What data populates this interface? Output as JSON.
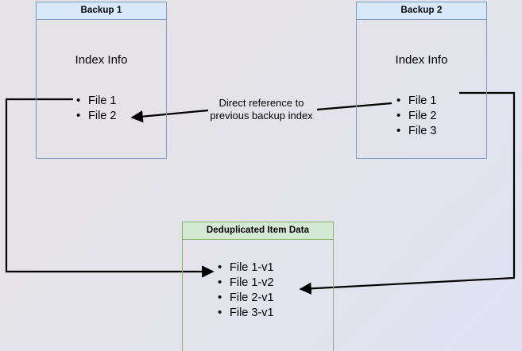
{
  "diagram": {
    "title_hidden": "",
    "colors": {
      "blue_fill": "#dae8fc",
      "blue_stroke": "#7a9ac4",
      "green_fill": "#d5e8d4",
      "green_stroke": "#82b366",
      "edge_stroke": "#000000",
      "background_start": "#e6e3e6",
      "background_end": "#e0e2f3"
    },
    "nodes": {
      "backup1": {
        "header": "Backup 1",
        "section_title": "Index Info",
        "items": [
          "File 1",
          "File 2"
        ]
      },
      "backup2": {
        "header": "Backup 2",
        "section_title": "Index Info",
        "items": [
          "File 1",
          "File 2",
          "File 3"
        ]
      },
      "dedup": {
        "header": "Deduplicated Item Data",
        "items": [
          "File 1-v1",
          "File 1-v2",
          "File 2-v1",
          "File 3-v1"
        ]
      }
    },
    "edges": {
      "direct_reference_label": "Direct reference to\nprevious backup index"
    }
  }
}
